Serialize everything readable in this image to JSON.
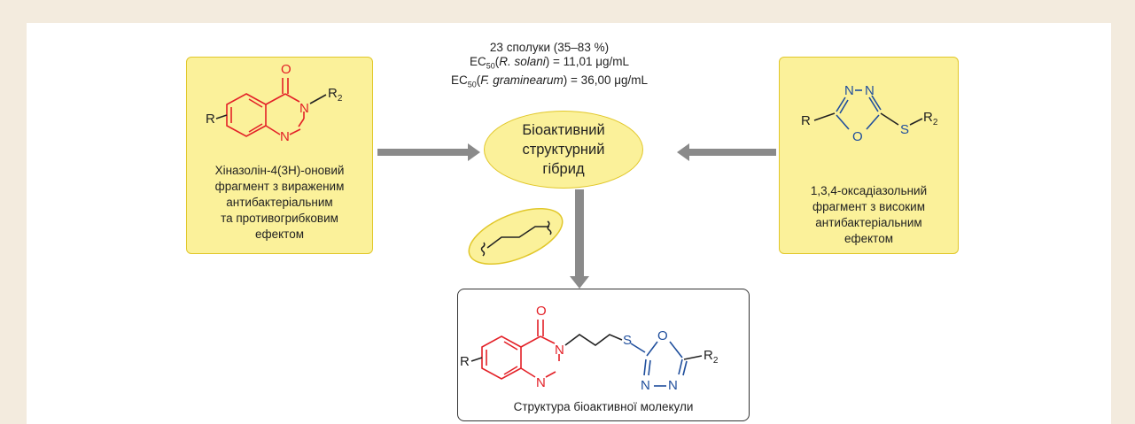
{
  "stats": {
    "line1": "23 сполуки (35–83 %)",
    "line2_prefix": "EC",
    "line2_sub": "50",
    "line2_organism": "R. solani",
    "line2_value": " = 11,01 μg/mL",
    "line3_prefix": "EC",
    "line3_sub": "50",
    "line3_organism": "F. graminearum",
    "line3_value": " = 36,00 μg/mL"
  },
  "hub": {
    "line1": "Біоактивний",
    "line2": "структурний",
    "line3": "гібрид"
  },
  "left_fragment": {
    "caption": [
      "Хіназолін-4(3H)-оновий",
      "фрагмент з вираженим",
      "антибактеріальним",
      "та противогрибковим",
      "ефектом"
    ],
    "labels": {
      "o": "O",
      "n3": "N",
      "n1": "N",
      "r": "R",
      "r2": "R",
      "r2_sub": "2"
    }
  },
  "right_fragment": {
    "caption": [
      "1,3,4-оксадіазольний",
      "фрагмент з високим",
      "антибактеріальним",
      "ефектом"
    ],
    "labels": {
      "n_left": "N",
      "n_right": "N",
      "o": "O",
      "s": "S",
      "r": "R",
      "r2": "R",
      "r2_sub": "2"
    }
  },
  "product": {
    "caption": "Структура біоактивної молекули",
    "labels": {
      "o": "O",
      "n3": "N",
      "n1": "N",
      "r": "R",
      "s": "S",
      "ring_o": "O",
      "ring_n_left": "N",
      "ring_n_right": "N",
      "r2": "R",
      "r2_sub": "2"
    }
  },
  "colors": {
    "background": "#f3ebde",
    "box_fill": "#fbf19a",
    "box_border": "#e1c72a",
    "arrow": "#8a8a8a",
    "quinazolinone": "#e32027",
    "oxadiazole": "#1f4e9c"
  }
}
